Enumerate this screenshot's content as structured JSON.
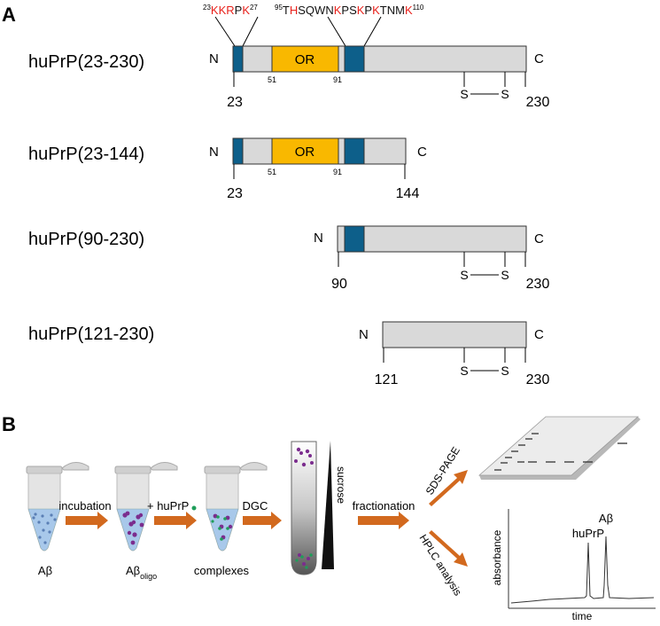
{
  "panel_a": {
    "label": "A",
    "seq_left": {
      "start_num": "23",
      "letters": [
        {
          "t": "K",
          "red": true
        },
        {
          "t": "K",
          "red": true
        },
        {
          "t": "R",
          "red": true
        },
        {
          "t": "P",
          "red": false
        },
        {
          "t": "K",
          "red": true
        }
      ],
      "end_num": "27"
    },
    "seq_right": {
      "start_num": "95",
      "letters": [
        {
          "t": "T",
          "red": false
        },
        {
          "t": "H",
          "red": true
        },
        {
          "t": "S",
          "red": false
        },
        {
          "t": "Q",
          "red": false
        },
        {
          "t": "W",
          "red": false
        },
        {
          "t": "N",
          "red": false
        },
        {
          "t": "K",
          "red": true
        },
        {
          "t": "P",
          "red": false
        },
        {
          "t": "S",
          "red": false
        },
        {
          "t": "K",
          "red": true
        },
        {
          "t": "P",
          "red": false
        },
        {
          "t": "K",
          "red": true
        },
        {
          "t": "T",
          "red": false
        },
        {
          "t": "N",
          "red": false
        },
        {
          "t": "M",
          "red": false
        },
        {
          "t": "K",
          "red": true
        }
      ],
      "end_num": "110"
    },
    "constructs": [
      {
        "name": "huPrP(23-230)",
        "n": "N",
        "c": "C",
        "or_label": "OR",
        "or_start": "51",
        "or_end": "91",
        "start": "23",
        "end": "230",
        "s1": "S",
        "s2": "S"
      },
      {
        "name": "huPrP(23-144)",
        "n": "N",
        "c": "C",
        "or_label": "OR",
        "or_start": "51",
        "or_end": "91",
        "start": "23",
        "end": "144"
      },
      {
        "name": "huPrP(90-230)",
        "n": "N",
        "c": "C",
        "start": "90",
        "end": "230",
        "s1": "S",
        "s2": "S"
      },
      {
        "name": "huPrP(121-230)",
        "n": "N",
        "c": "C",
        "start": "121",
        "end": "230",
        "s1": "S",
        "s2": "S"
      }
    ]
  },
  "panel_b": {
    "label": "B",
    "tube1": "Aβ",
    "arrow1": "incubation",
    "tube2_main": "Aβ",
    "tube2_sub": "oligo",
    "arrow2": "+ huPrP",
    "tube3": "complexes",
    "arrow3": "DGC",
    "sucrose": "sucrose",
    "arrow4": "fractionation",
    "sds": "SDS-PAGE",
    "hplc": "HPLC analysis",
    "chrom_ylabel": "absorbance",
    "chrom_xlabel": "time",
    "peak1": "huPrP",
    "peak2": "Aβ"
  },
  "colors": {
    "blue_box": "#0d5f8a",
    "or_box": "#f9b800",
    "bar": "#d9d9d9",
    "red_text": "#e8211b",
    "arrow": "#d2691e",
    "purple": "#7b2d8e",
    "green": "#1f9e5a",
    "tube_liquid": "#a8c8ea"
  }
}
